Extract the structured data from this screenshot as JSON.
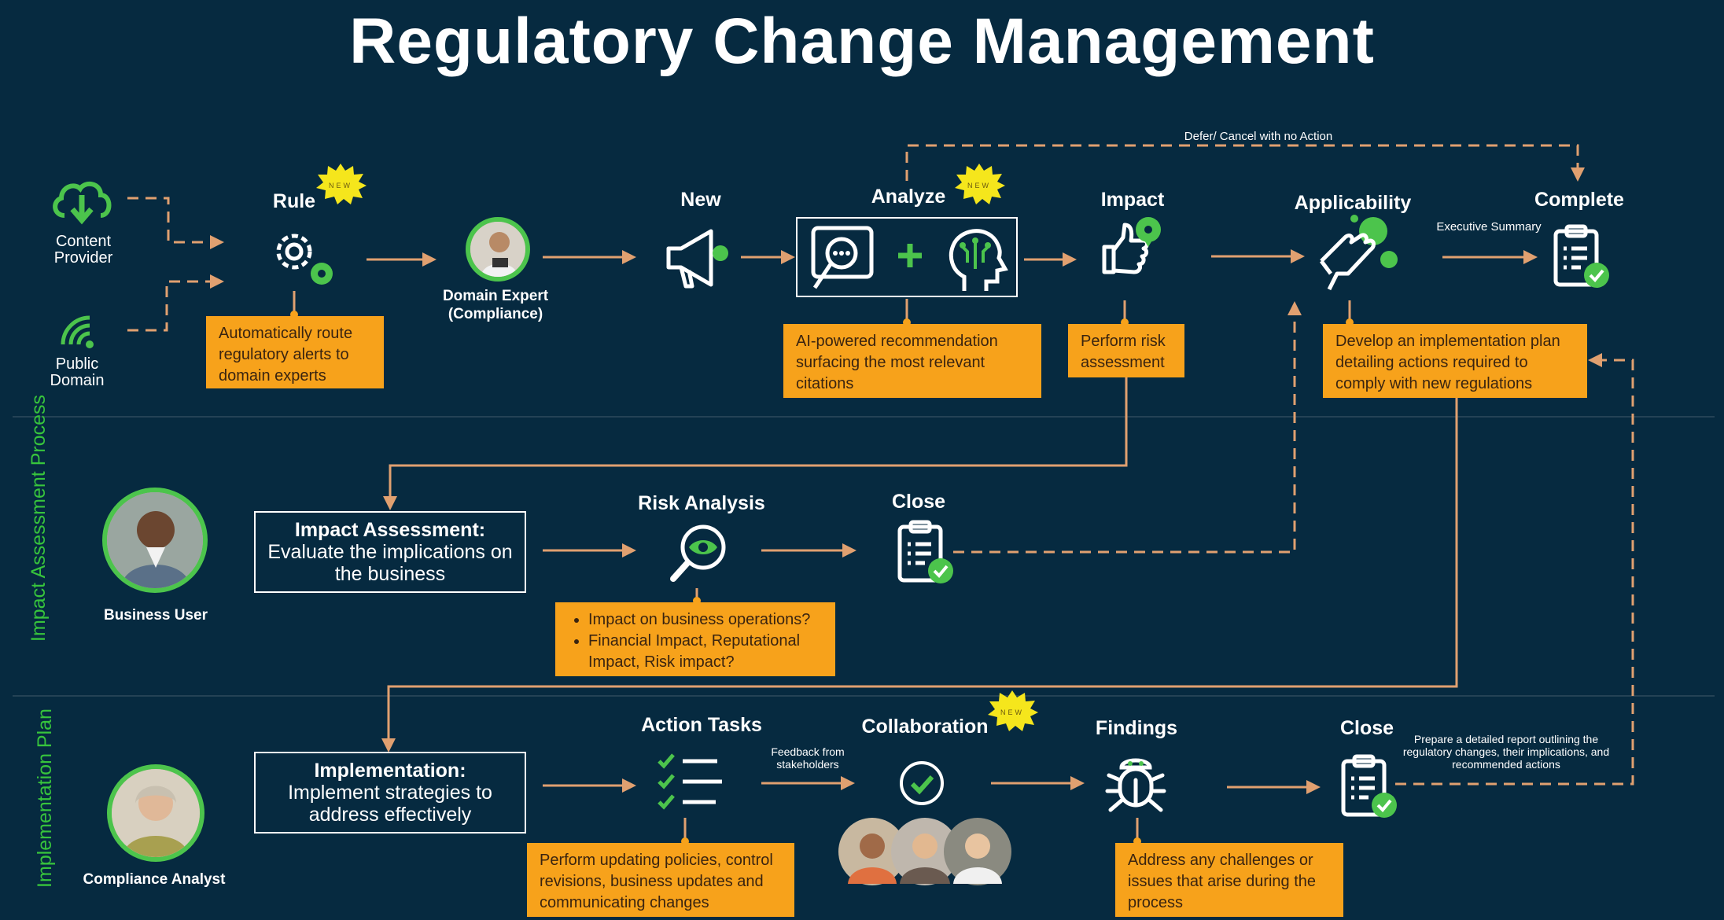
{
  "title": "Regulatory Change Management",
  "colors": {
    "background": "#062a40",
    "accent_orange": "#f7a21b",
    "accent_green": "#4cc44c",
    "connector": "#e0a070"
  },
  "sources": [
    {
      "label": "Content Provider",
      "icon": "cloud-download-icon"
    },
    {
      "label": "Public Domain",
      "icon": "signal-icon"
    }
  ],
  "badges": {
    "new": "NEW"
  },
  "top_flow": {
    "rule": {
      "label": "Rule",
      "icon": "gears-icon",
      "callout": "Automatically route regulatory alerts to domain experts"
    },
    "domain_expert": {
      "label": "Domain Expert (Compliance)"
    },
    "new": {
      "label": "New",
      "icon": "megaphone-icon"
    },
    "analyze": {
      "label": "Analyze",
      "icons": [
        "search-chat-icon",
        "plus-icon",
        "ai-head-icon"
      ],
      "callout": "AI-powered recommendation surfacing the most relevant citations"
    },
    "impact": {
      "label": "Impact",
      "icon": "thumbs-up-icon",
      "callout": "Perform risk assessment"
    },
    "applicability": {
      "label": "Applicability",
      "icon": "hand-touch-icon",
      "callout": "Develop an implementation plan detailing actions required to comply with new regulations"
    },
    "complete": {
      "label": "Complete",
      "icon": "clipboard-check-icon",
      "note": "Executive Summary"
    },
    "defer_label": "Defer/ Cancel with no Action"
  },
  "impact_lane": {
    "lane_label": "Impact Assessment Process",
    "persona": "Business User",
    "box_heading": "Impact Assessment:",
    "box_text": "Evaluate the implications on the business",
    "risk_analysis": {
      "label": "Risk Analysis",
      "icon": "magnify-eye-icon",
      "bullets": [
        "Impact on business operations?",
        "Financial Impact, Reputational Impact, Risk impact?"
      ]
    },
    "close": {
      "label": "Close",
      "icon": "clipboard-check-icon"
    }
  },
  "impl_lane": {
    "lane_label": "Implementation Plan",
    "persona": "Compliance Analyst",
    "box_heading": "Implementation:",
    "box_text": "Implement strategies to address effectively",
    "action_tasks": {
      "label": "Action Tasks",
      "icon": "checklist-icon",
      "callout": "Perform updating policies, control revisions, business updates and communicating changes"
    },
    "feedback": "Feedback from stakeholders",
    "collaboration": {
      "label": "Collaboration",
      "icon": "check-circle-icon"
    },
    "findings": {
      "label": "Findings",
      "icon": "bug-icon",
      "callout": "Address any challenges or issues that arise during the process"
    },
    "close": {
      "label": "Close",
      "icon": "clipboard-check-icon",
      "note": "Prepare a detailed report outlining the regulatory changes, their implications, and recommended actions"
    }
  }
}
